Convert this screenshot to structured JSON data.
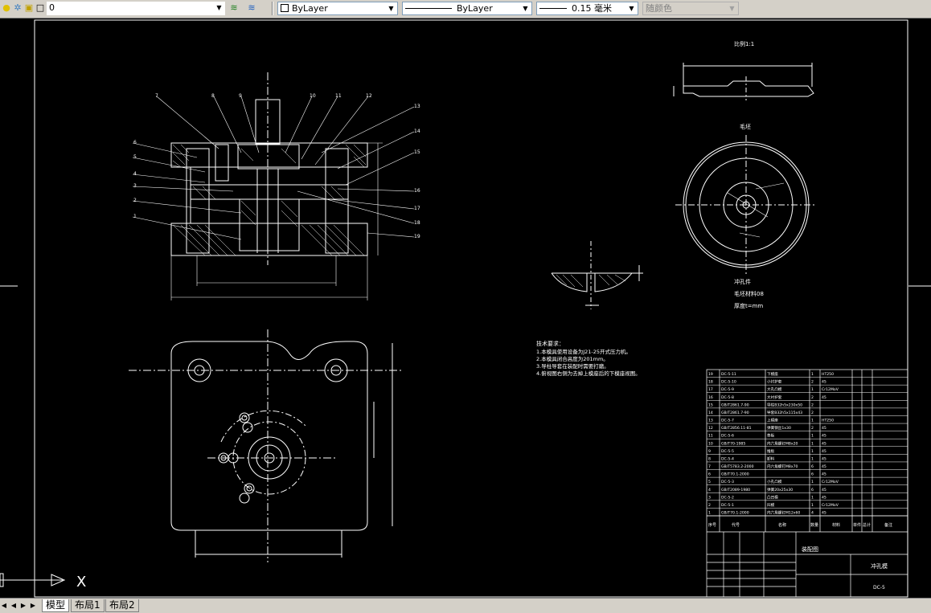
{
  "toolbar": {
    "layer_value": "0",
    "color_value": "ByLayer",
    "linetype_value": "ByLayer",
    "lineweight_value": "0.15 毫米",
    "plotstyle_value": "随颜色"
  },
  "tabs": [
    "模型",
    "布局1",
    "布局2"
  ],
  "drawing": {
    "scale_label": "比例1:1",
    "blank_label": "毛坯",
    "part_name": "冲孔件",
    "part_material": "毛坯材料08",
    "part_thickness": "厚度t=mm",
    "tech_title": "技术要求：",
    "tech_lines": [
      "1.本模具使用设备为J21-25开式压力机。",
      "2.本模具闭合高度为201mm。",
      "3.导柱导套在装配时需要打磨。",
      "4.俯视图右侧为去掉上模座后的下模座视图。"
    ],
    "callouts_top": [
      "7",
      "8",
      "9",
      "10",
      "11",
      "12"
    ],
    "callouts_left": [
      "6",
      "5",
      "4",
      "3",
      "2",
      "1"
    ],
    "callouts_right": [
      "13",
      "14",
      "15",
      "16",
      "17",
      "18",
      "19"
    ],
    "bom_rows": [
      [
        "19",
        "DC-5-11",
        "下模座",
        "1",
        "HT250"
      ],
      [
        "18",
        "DC-5-10",
        "小衬护套",
        "2",
        "45"
      ],
      [
        "17",
        "DC-5-9",
        "大孔凸模",
        "1",
        "Cr12MoV"
      ],
      [
        "16",
        "DC-5-8",
        "大衬护套",
        "2",
        "45"
      ],
      [
        "15",
        "GB/T2861.7-90",
        "导柱B32h5x230x50",
        "2",
        ""
      ],
      [
        "14",
        "GB/T2861.7-90",
        "导套B32h5x115x43",
        "2",
        ""
      ],
      [
        "13",
        "DC-5-7",
        "上模座",
        "1",
        "HT250"
      ],
      [
        "12",
        "GB/T2856.11-81",
        "弹簧钢丝1x30",
        "2",
        "45"
      ],
      [
        "11",
        "DC-5-6",
        "垫板",
        "1",
        "45"
      ],
      [
        "10",
        "GB/T70-1985",
        "内六角螺钉M8x20",
        "1",
        "45"
      ],
      [
        "9",
        "DC-5-5",
        "推板",
        "1",
        "45"
      ],
      [
        "8",
        "DC-5-4",
        "卸料",
        "1",
        "45"
      ],
      [
        "7",
        "GB/T5783.2-2000",
        "内六角螺钉M8x70",
        "6",
        "45"
      ],
      [
        "6",
        "GB/T70.1-2000",
        "",
        "6",
        "45"
      ],
      [
        "5",
        "DC-5-3",
        "小孔凸模",
        "1",
        "Cr12MoV"
      ],
      [
        "4",
        "GB/T2089-1980",
        "弹簧20x25x30",
        "6",
        "45"
      ],
      [
        "3",
        "DC-5-2",
        "凸凹模",
        "1",
        "45"
      ],
      [
        "2",
        "DC-5-1",
        "凹模",
        "1",
        "Cr12MoV"
      ],
      [
        "1",
        "GB/T70.1-2000",
        "内六角螺钉M12x60",
        "4",
        "45"
      ]
    ],
    "bom_header": [
      "序号",
      "代号",
      "名称",
      "数量",
      "材料",
      "单件",
      "总计",
      "备注"
    ],
    "title_assembly": "装配图",
    "title_part": "冲孔模",
    "title_code": "DC-5",
    "ucs_x": "X"
  },
  "colors": {
    "background": "#000000",
    "lines": "#ffffff",
    "toolbar": "#d4d0c8"
  }
}
